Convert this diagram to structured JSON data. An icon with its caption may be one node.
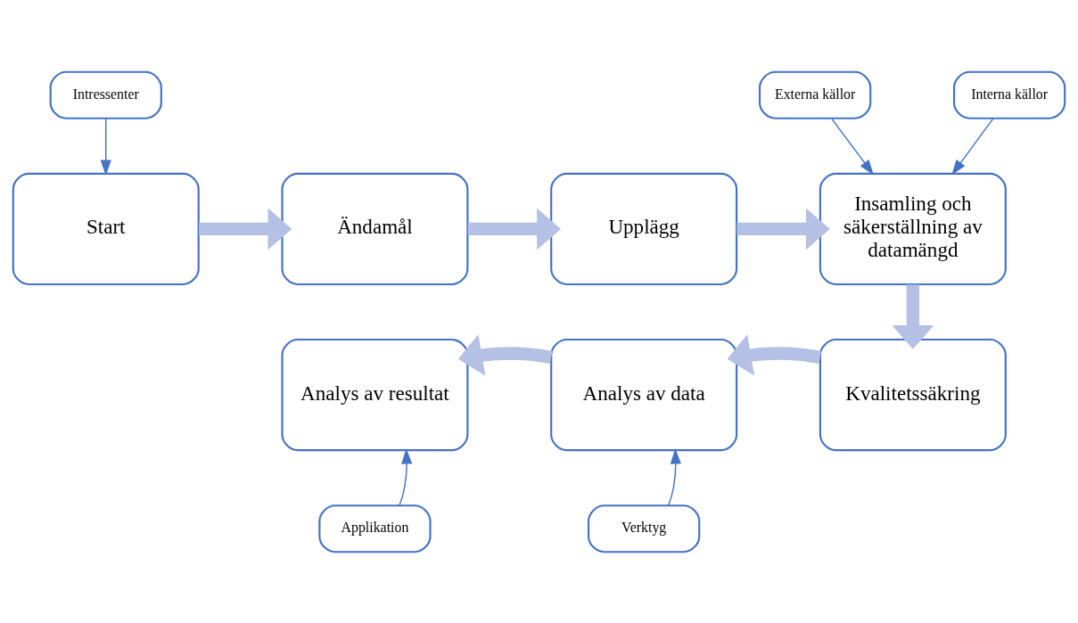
{
  "diagram": {
    "nodes": [
      {
        "text": [
          "Intressenter"
        ]
      },
      {
        "text": [
          "Externa källor"
        ]
      },
      {
        "text": [
          "Interna källor"
        ]
      },
      {
        "text": [
          "Start"
        ]
      },
      {
        "text": [
          "Ändamål"
        ]
      },
      {
        "text": [
          "Upplägg"
        ]
      },
      {
        "text": [
          "Insamling och säkerställning av datamängd"
        ]
      },
      {
        "text": [
          "Analys av resultat"
        ]
      },
      {
        "text": [
          "Analys av data"
        ]
      },
      {
        "text": [
          "Kvalitetssäkring"
        ]
      },
      {
        "text": [
          "Applikation"
        ]
      },
      {
        "text": [
          "Verktyg"
        ]
      }
    ],
    "edges": [
      {
        "from": 0,
        "to": 3,
        "arrow": "to",
        "color": "#4472c4"
      },
      {
        "from": 3,
        "to": 4,
        "arrow": "to"
      },
      {
        "from": 4,
        "to": 5,
        "arrow": "to"
      },
      {
        "from": 5,
        "to": 6,
        "arrow": "to"
      },
      {
        "from": 1,
        "to": 6,
        "arrow": "to",
        "color": "#4472c4"
      },
      {
        "from": 2,
        "to": 6,
        "arrow": "to",
        "color": "#4472c4"
      },
      {
        "from": 6,
        "to": 9,
        "arrow": "to"
      },
      {
        "from": 9,
        "to": 8,
        "arrow": "to"
      },
      {
        "from": 8,
        "to": 7,
        "arrow": "to"
      },
      {
        "from": 11,
        "to": 8,
        "arrow": "to",
        "color": "#4472c4"
      },
      {
        "from": 10,
        "to": 7,
        "arrow": "to",
        "color": "#4472c4"
      }
    ]
  }
}
